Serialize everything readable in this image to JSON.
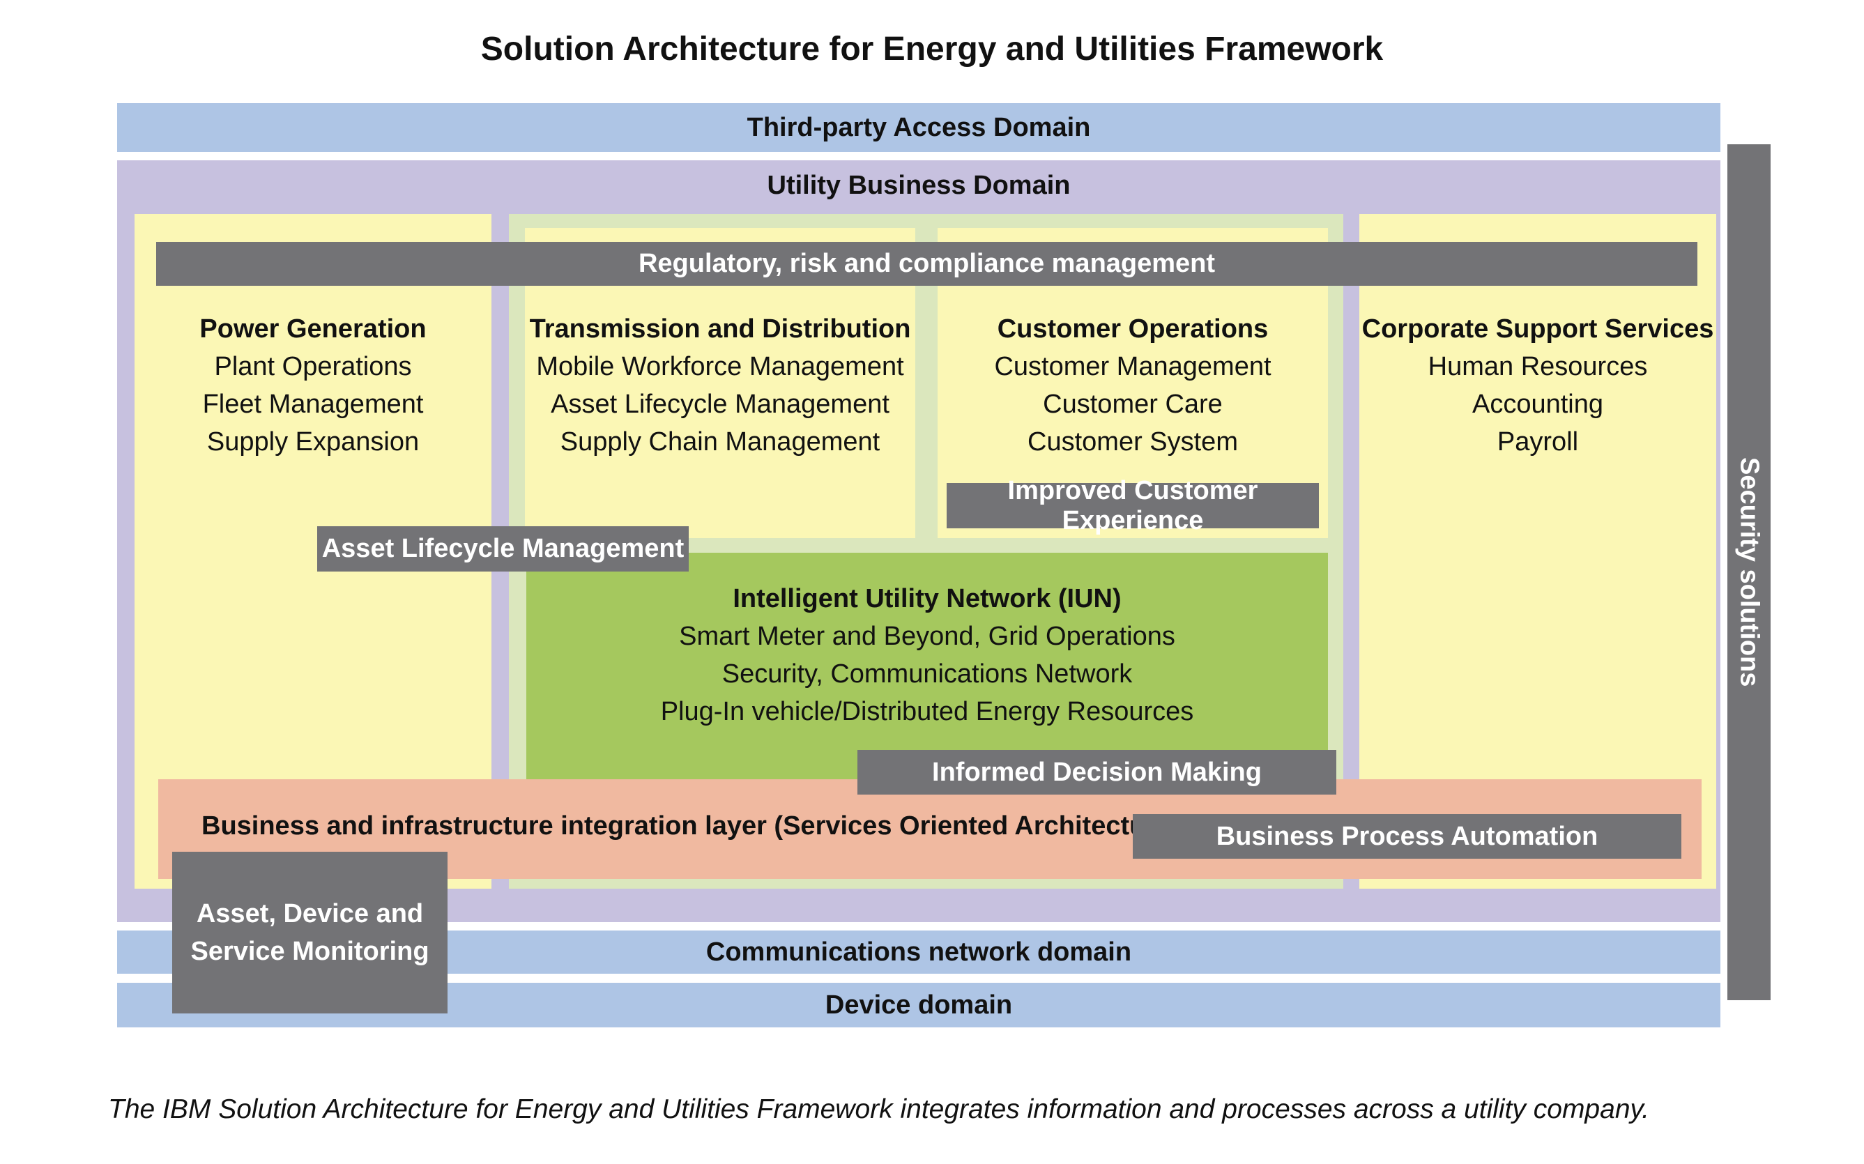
{
  "title": "Solution Architecture for Energy and Utilities Framework",
  "domains": {
    "third_party": "Third-party Access Domain",
    "utility_business": "Utility Business Domain",
    "communications": "Communications network domain",
    "device": "Device domain",
    "security": "Security solutions"
  },
  "regulatory": "Regulatory, risk and compliance management",
  "columns": {
    "power_generation": {
      "heading": "Power Generation",
      "items": [
        "Plant Operations",
        "Fleet Management",
        "Supply Expansion"
      ]
    },
    "transmission": {
      "heading": "Transmission and Distribution",
      "items": [
        "Mobile Workforce Management",
        "Asset Lifecycle Management",
        "Supply Chain Management"
      ]
    },
    "customer_ops": {
      "heading": "Customer Operations",
      "items": [
        "Customer Management",
        "Customer Care",
        "Customer System"
      ]
    },
    "corporate": {
      "heading": "Corporate Support Services",
      "items": [
        "Human Resources",
        "Accounting",
        "Payroll"
      ]
    }
  },
  "iun": {
    "heading": "Intelligent Utility Network (IUN)",
    "items": [
      "Smart Meter and Beyond, Grid Operations",
      "Security, Communications Network",
      "Plug-In vehicle/Distributed Energy Resources"
    ]
  },
  "labels": {
    "improved_customer_experience": "Improved Customer Experience",
    "asset_lifecycle": "Asset Lifecycle Management",
    "informed_decision": "Informed Decision Making",
    "business_process_automation": "Business Process Automation",
    "asset_device_line1": "Asset, Device and",
    "asset_device_line2": "Service Monitoring"
  },
  "integration_layer": "Business and infrastructure integration layer (Services Oriented Architecture)",
  "caption": "The IBM Solution Architecture for Energy and Utilities Framework integrates information and processes across a utility company.",
  "colors": {
    "blue_band": "#aec5e5",
    "purple_band": "#c7c1df",
    "yellow": "#fbf7b5",
    "light_green": "#dbe7bd",
    "green": "#a5c85e",
    "salmon": "#f0b9a0",
    "gray": "#737376"
  }
}
